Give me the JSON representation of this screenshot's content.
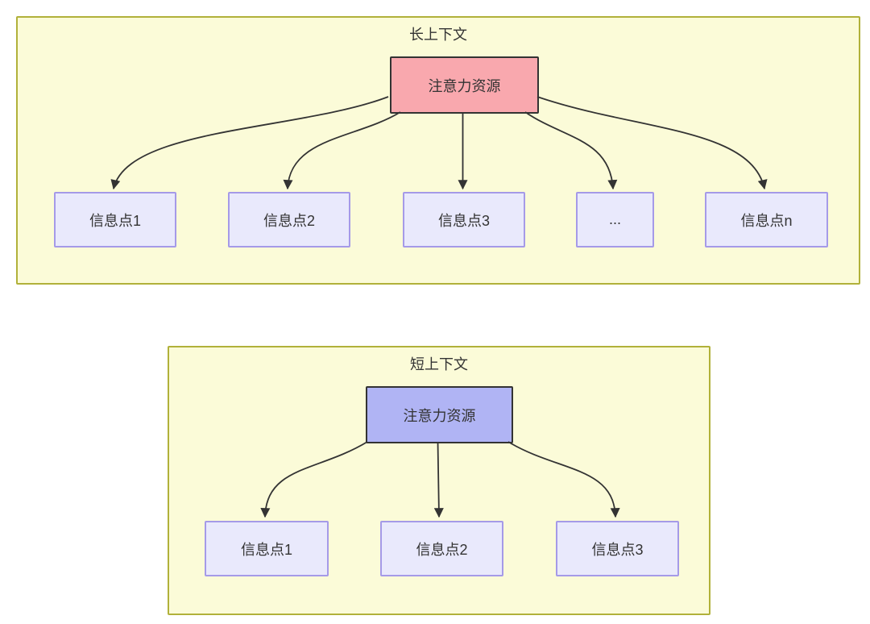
{
  "diagram": {
    "long_context": {
      "title": "长上下文",
      "source_label": "注意力资源",
      "targets": [
        "信息点1",
        "信息点2",
        "信息点3",
        "...",
        "信息点n"
      ]
    },
    "short_context": {
      "title": "短上下文",
      "source_label": "注意力资源",
      "targets": [
        "信息点1",
        "信息点2",
        "信息点3"
      ]
    },
    "colors": {
      "container_fill": "#fbfbd8",
      "container_border": "#b1b13a",
      "long_source_fill": "#f9a8ae",
      "short_source_fill": "#b0b4f4",
      "source_border": "#333333",
      "info_fill": "#e9e9fc",
      "info_border": "#a59ae8",
      "arrow": "#333333",
      "text": "#333333",
      "page_bg": "#ffffff"
    }
  }
}
